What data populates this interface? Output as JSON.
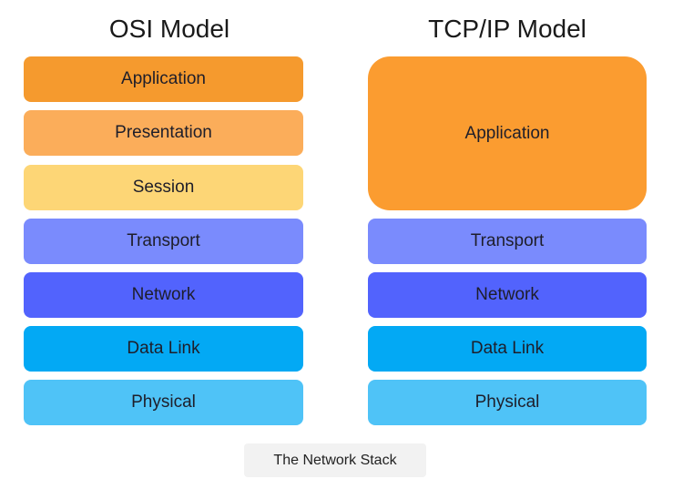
{
  "osi": {
    "title": "OSI Model",
    "layers": [
      "Application",
      "Presentation",
      "Session",
      "Transport",
      "Network",
      "Data Link",
      "Physical"
    ],
    "colors": [
      "#f59a2e",
      "#fbad5a",
      "#fdd676",
      "#7a8bfd",
      "#5263fd",
      "#03a9f4",
      "#4fc3f7"
    ]
  },
  "tcpip": {
    "title": "TCP/IP Model",
    "layers": [
      "Application",
      "Transport",
      "Network",
      "Data Link",
      "Physical"
    ],
    "colors": [
      "#fb9c30",
      "#7a8bfd",
      "#5263fd",
      "#03a9f4",
      "#4fc3f7"
    ]
  },
  "caption": "The Network Stack"
}
